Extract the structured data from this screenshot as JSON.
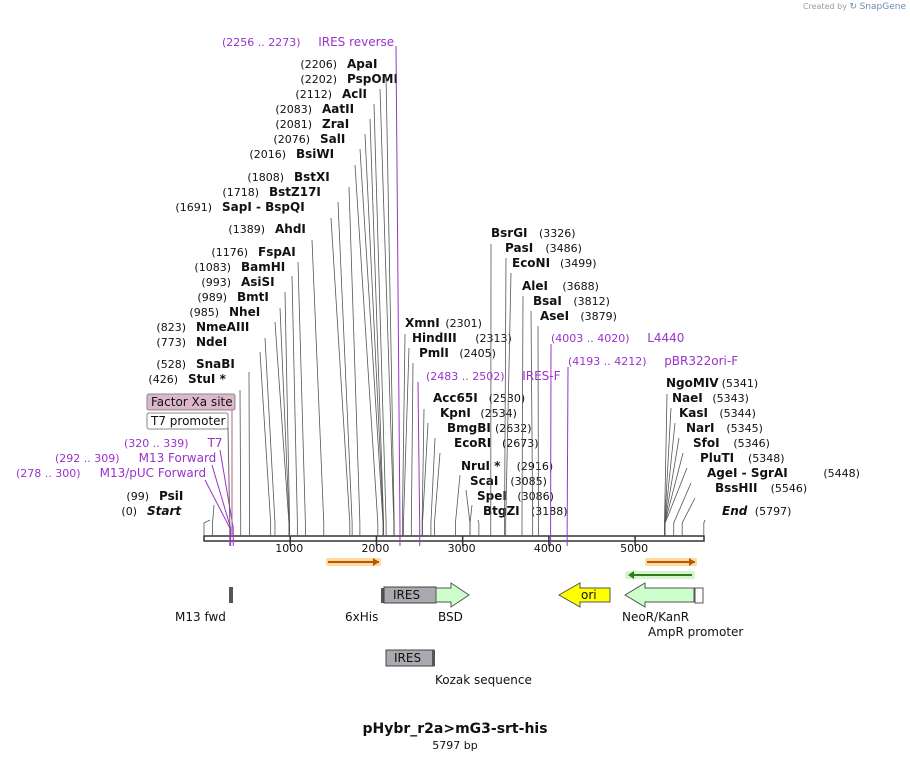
{
  "credit": {
    "prefix": "Created by",
    "brand": "SnapGene"
  },
  "plasmid": {
    "name": "pHybr_r2a>mG3-srt-his",
    "length_label": "5797 bp",
    "length": 5797
  },
  "colors": {
    "site_line": "#555555",
    "primer": "#9933cc",
    "backbone": "#333333",
    "ori": "#ffff00",
    "arrow_green": "#ccffcc",
    "ires_box": "#a9a9b0",
    "factor_xa_fill": "#ddb8cc"
  },
  "ruler": {
    "ticks": [
      {
        "pos": 1000,
        "label": "1000"
      },
      {
        "pos": 2000,
        "label": "2000"
      },
      {
        "pos": 3000,
        "label": "3000"
      },
      {
        "pos": 4000,
        "label": "4000"
      },
      {
        "pos": 5000,
        "label": "5000"
      }
    ]
  },
  "sites": [
    {
      "name": "Start",
      "coord": "(0)",
      "pos": 0,
      "italic": true
    },
    {
      "name": "PsiI",
      "coord": "(99)",
      "pos": 99
    },
    {
      "name": "StuI *",
      "coord": "(426)",
      "pos": 426
    },
    {
      "name": "SnaBI",
      "coord": "(528)",
      "pos": 528
    },
    {
      "name": "NdeI",
      "coord": "(773)",
      "pos": 773
    },
    {
      "name": "NmeAIII",
      "coord": "(823)",
      "pos": 823
    },
    {
      "name": "NheI",
      "coord": "(985)",
      "pos": 985
    },
    {
      "name": "BmtI",
      "coord": "(989)",
      "pos": 989
    },
    {
      "name": "AsiSI",
      "coord": "(993)",
      "pos": 993
    },
    {
      "name": "BamHI",
      "coord": "(1083)",
      "pos": 1083
    },
    {
      "name": "FspAI",
      "coord": "(1176)",
      "pos": 1176
    },
    {
      "name": "AhdI",
      "coord": "(1389)",
      "pos": 1389
    },
    {
      "name": "SapI  -  BspQI",
      "coord": "(1691)",
      "pos": 1691
    },
    {
      "name": "BstZ17I",
      "coord": "(1718)",
      "pos": 1718
    },
    {
      "name": "BstXI",
      "coord": "(1808)",
      "pos": 1808
    },
    {
      "name": "BsiWI",
      "coord": "(2016)",
      "pos": 2016
    },
    {
      "name": "SalI",
      "coord": "(2076)",
      "pos": 2076
    },
    {
      "name": "ZraI",
      "coord": "(2081)",
      "pos": 2081
    },
    {
      "name": "AatII",
      "coord": "(2083)",
      "pos": 2083
    },
    {
      "name": "AclI",
      "coord": "(2112)",
      "pos": 2112
    },
    {
      "name": "PspOMI",
      "coord": "(2202)",
      "pos": 2202
    },
    {
      "name": "ApaI",
      "coord": "(2206)",
      "pos": 2206
    },
    {
      "name": "XmnI",
      "coord": "(2301)",
      "pos": 2301
    },
    {
      "name": "HindIII",
      "coord": "(2313)",
      "pos": 2313
    },
    {
      "name": "PmlI",
      "coord": "(2405)",
      "pos": 2405
    },
    {
      "name": "Acc65I",
      "coord": "(2530)",
      "pos": 2530
    },
    {
      "name": "KpnI",
      "coord": "(2534)",
      "pos": 2534
    },
    {
      "name": "BmgBI",
      "coord": "(2632)",
      "pos": 2632
    },
    {
      "name": "EcoRI",
      "coord": "(2673)",
      "pos": 2673
    },
    {
      "name": "NruI *",
      "coord": "(2916)",
      "pos": 2916
    },
    {
      "name": "ScaI",
      "coord": "(3085)",
      "pos": 3085
    },
    {
      "name": "SpeI",
      "coord": "(3086)",
      "pos": 3086
    },
    {
      "name": "BtgZI",
      "coord": "(3188)",
      "pos": 3188
    },
    {
      "name": "BsrGI",
      "coord": "(3326)",
      "pos": 3326
    },
    {
      "name": "PasI",
      "coord": "(3486)",
      "pos": 3486
    },
    {
      "name": "EcoNI",
      "coord": "(3499)",
      "pos": 3499
    },
    {
      "name": "AleI",
      "coord": "(3688)",
      "pos": 3688
    },
    {
      "name": "BsaI",
      "coord": "(3812)",
      "pos": 3812
    },
    {
      "name": "AseI",
      "coord": "(3879)",
      "pos": 3879
    },
    {
      "name": "NgoMIV",
      "coord": "(5341)",
      "pos": 5341
    },
    {
      "name": "NaeI",
      "coord": "(5343)",
      "pos": 5343
    },
    {
      "name": "KasI",
      "coord": "(5344)",
      "pos": 5344
    },
    {
      "name": "NarI",
      "coord": "(5345)",
      "pos": 5345
    },
    {
      "name": "SfoI",
      "coord": "(5346)",
      "pos": 5346
    },
    {
      "name": "PluTI",
      "coord": "(5348)",
      "pos": 5348
    },
    {
      "name": "AgeI  -  SgrAI",
      "coord": "(5448)",
      "pos": 5448
    },
    {
      "name": "BssHII",
      "coord": "(5546)",
      "pos": 5546
    },
    {
      "name": "End",
      "coord": "(5797)",
      "pos": 5797,
      "italic": true
    }
  ],
  "primers": [
    {
      "name": "M13/pUC Forward",
      "range": "(278 .. 300)",
      "pos": 300
    },
    {
      "name": "M13 Forward",
      "range": "(292 .. 309)",
      "pos": 309
    },
    {
      "name": "T7",
      "range": "(320 .. 339)",
      "pos": 339
    },
    {
      "name": "IRES reverse",
      "range": "(2256 .. 2273)",
      "pos": 2273
    },
    {
      "name": "IRES-F",
      "range": "(2483 .. 2502)",
      "pos": 2502
    },
    {
      "name": "L4440",
      "range": "(4003 .. 4020)",
      "pos": 4020
    },
    {
      "name": "pBR322ori-F",
      "range": "(4193 .. 4212)",
      "pos": 4212
    }
  ],
  "boxed_features": [
    {
      "name": "Factor Xa site",
      "style": "pink"
    },
    {
      "name": "T7 promoter",
      "style": "plain"
    }
  ],
  "features": {
    "m13fwd": "M13 fwd",
    "his6": "6xHis",
    "ires": "IRES",
    "bsd": "BSD",
    "ori": "ori",
    "neor": "NeoR/KanR",
    "ampr_promoter": "AmpR promoter",
    "ires2": "IRES",
    "kozak": "Kozak sequence"
  }
}
